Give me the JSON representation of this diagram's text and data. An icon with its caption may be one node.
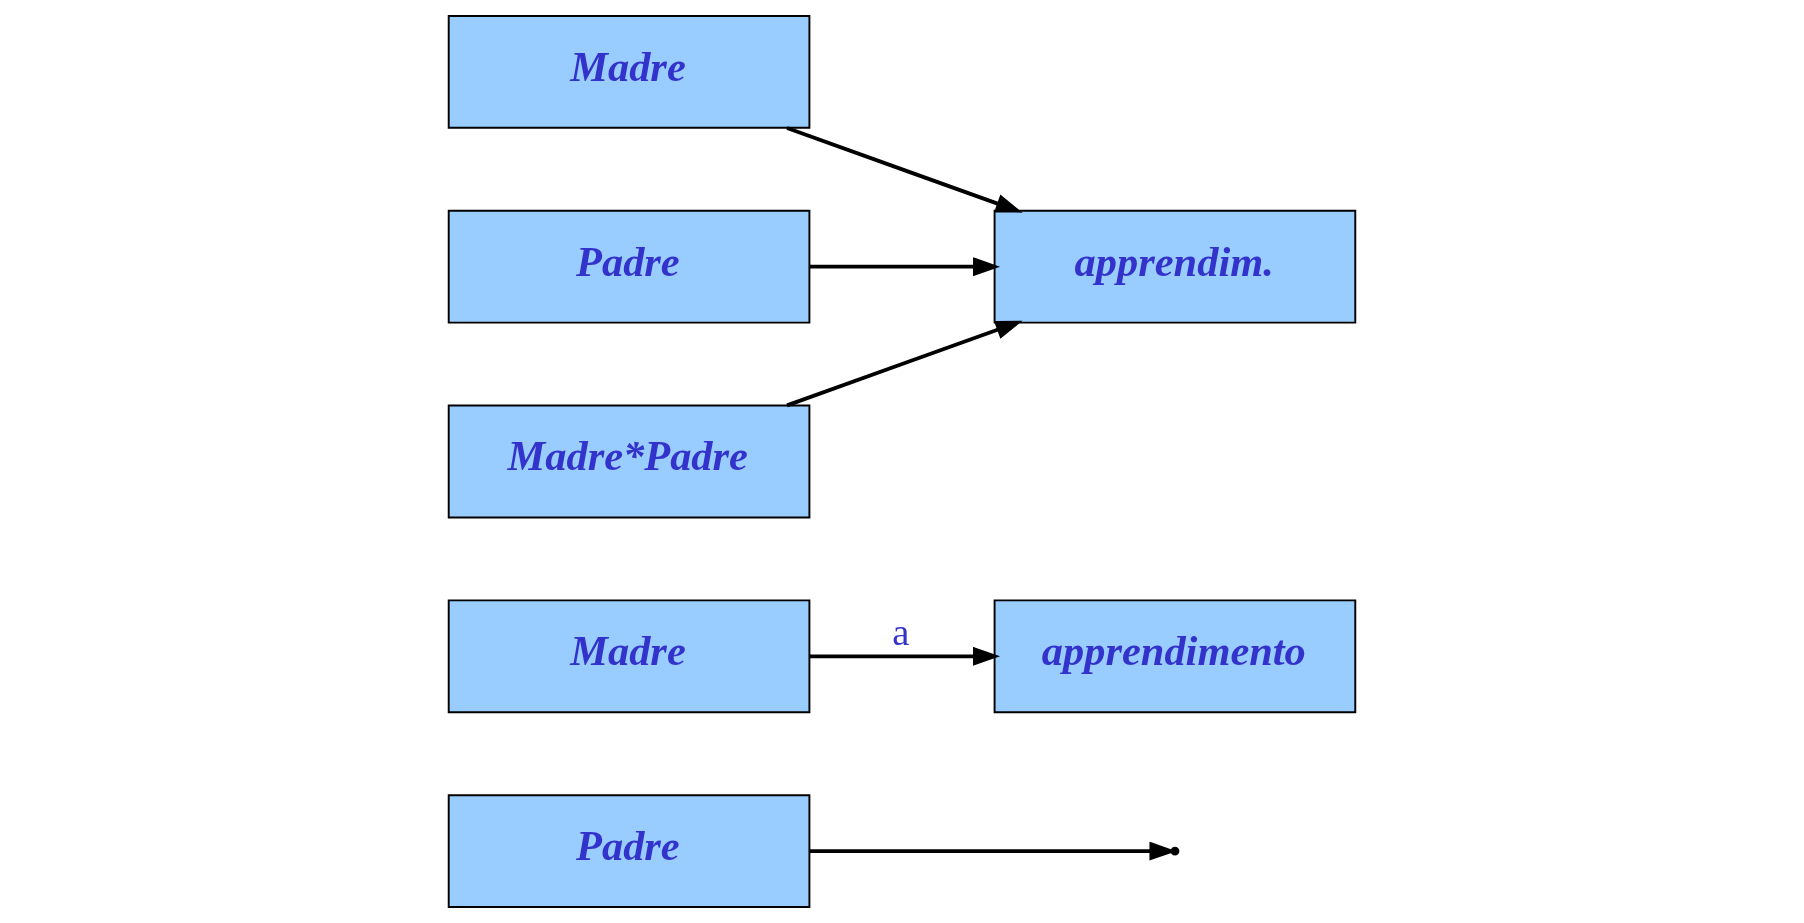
{
  "diagram": {
    "nodes": [
      {
        "text": [
          "Padre"
        ]
      },
      {
        "text": [
          "Madre"
        ]
      },
      {
        "text": [
          "apprendimento"
        ]
      },
      {
        "text": [
          "Madre"
        ]
      },
      {
        "text": [
          "Padre"
        ]
      },
      {
        "text": [
          "Madre*Padre"
        ]
      },
      {
        "text": [
          "apprendim."
        ]
      }
    ],
    "edges": [
      {
        "from": 1,
        "to": 2,
        "arrow": "to",
        "label": "a"
      },
      {
        "from": 0,
        "to": null,
        "arrow": "to"
      },
      {
        "from": 3,
        "to": 6,
        "arrow": "to"
      },
      {
        "from": 4,
        "to": 6,
        "arrow": "to"
      },
      {
        "from": 5,
        "to": 6,
        "arrow": "to"
      }
    ]
  }
}
